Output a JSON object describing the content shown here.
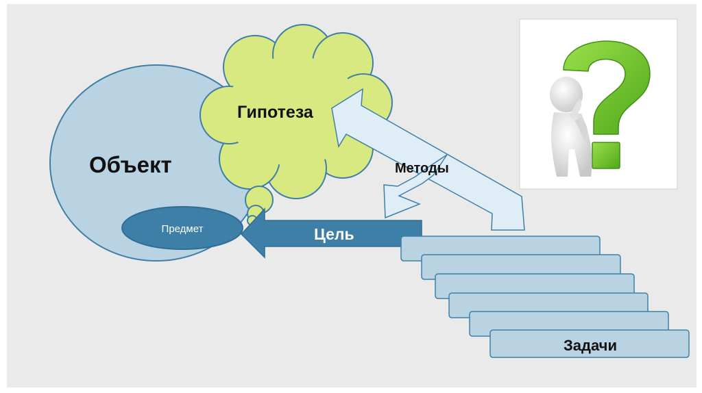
{
  "diagram": {
    "object_label": "Объект",
    "subject_label": "Предмет",
    "hypothesis_label": "Гипотеза",
    "methods_label": "Методы",
    "goal_label": "Цель",
    "tasks_label": "Задачи"
  },
  "colors": {
    "background": "#eaeaea",
    "object_fill": "#b9d3e3",
    "object_stroke": "#3e7fa8",
    "subject_fill": "#3e7fa8",
    "hypothesis_fill": "#d9e981",
    "hypothesis_stroke": "#3e7fa8",
    "arrow_fill": "#dfeef6",
    "arrow_stroke": "#3e7fa8",
    "goal_fill": "#3e7fa8",
    "step_fill": "#b9d3e3",
    "step_stroke": "#3e7fa8",
    "question_mark": "#7ccc2a"
  },
  "picture": {
    "icon": "person-with-question-mark-icon"
  }
}
